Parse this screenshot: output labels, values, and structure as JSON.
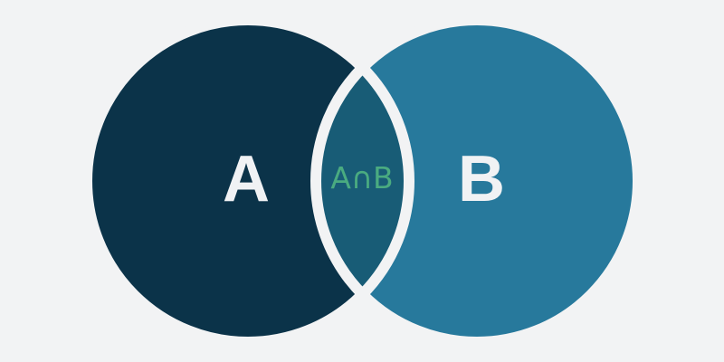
{
  "diagram": {
    "title": "venn-diagram-two-sets",
    "background_color": "#f2f3f4",
    "outline_color": "#f2f3f4",
    "outline_width": "12",
    "sets": [
      {
        "id": "A",
        "label": "A",
        "fill_color": "#0b3349",
        "label_color": "#f0f2f4"
      },
      {
        "id": "B",
        "label": "B",
        "fill_color": "#27799c",
        "label_color": "#f0f2f4"
      }
    ],
    "intersection": {
      "label": "A∩B",
      "fill_color": "#185c76",
      "label_color": "#4aab80"
    }
  }
}
